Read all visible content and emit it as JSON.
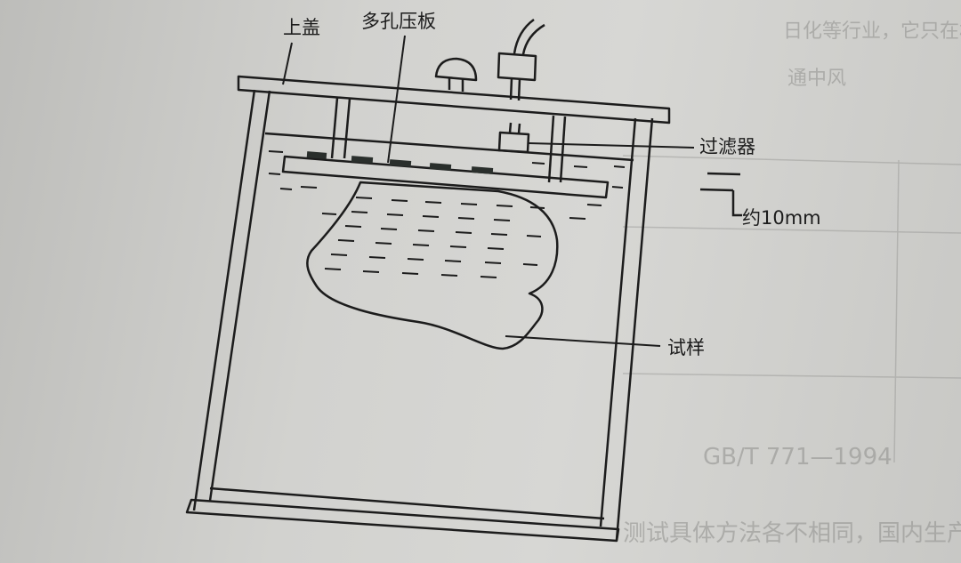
{
  "labels": {
    "top_cover": "上盖",
    "perforated_plate": "多孔压板",
    "filter": "过滤器",
    "gap": "约10mm",
    "specimen": "试样"
  },
  "background_text": {
    "right_top": "日化等行业，它只在相应领域",
    "right_mid": "通中风",
    "table_ref": "GB/T 771—1994",
    "bottom": "测试具体方法各不相同，国内生产实践中常用 GB/T"
  },
  "colors": {
    "paper": "#d2d2cf",
    "ink": "#1c1c1c",
    "dark_blocks": "#2a2f2c",
    "ghost_text": "#8f8f8c"
  }
}
